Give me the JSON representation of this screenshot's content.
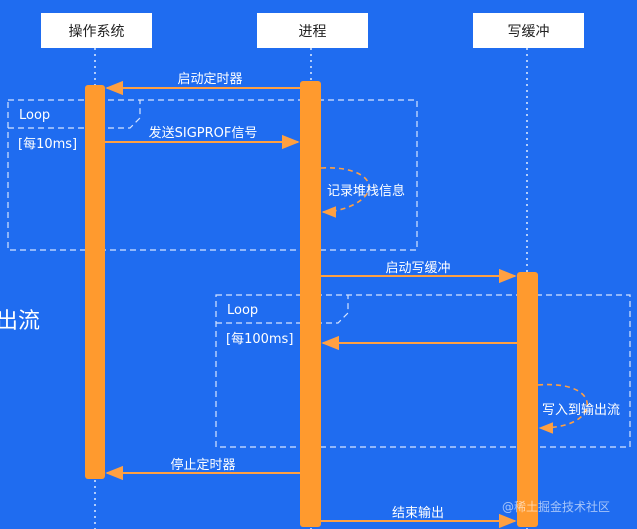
{
  "participants": {
    "os": "操作系统",
    "process": "进程",
    "buffer": "写缓冲"
  },
  "messages": {
    "start_timer": "启动定时器",
    "send_signal": "发送SIGPROF信号",
    "record_stack": "记录堆栈信息",
    "start_buffer": "启动写缓冲",
    "write_output": "写入到输出流",
    "stop_timer": "停止定时器",
    "end_output": "结束输出"
  },
  "loops": {
    "loop1": {
      "tag": "Loop",
      "guard": "[每10ms]"
    },
    "loop2": {
      "tag": "Loop",
      "guard": "[每100ms]"
    }
  },
  "stray_text": "出流",
  "watermark": "@稀土掘金技术社区",
  "colors": {
    "background": "#1f6cf0",
    "activation": "#ff9a2e",
    "arrow": "#ffa042",
    "dashed": "#d5e4ff",
    "box_bg": "#ffffff",
    "box_text": "#222222",
    "label_text": "#ffffff"
  }
}
